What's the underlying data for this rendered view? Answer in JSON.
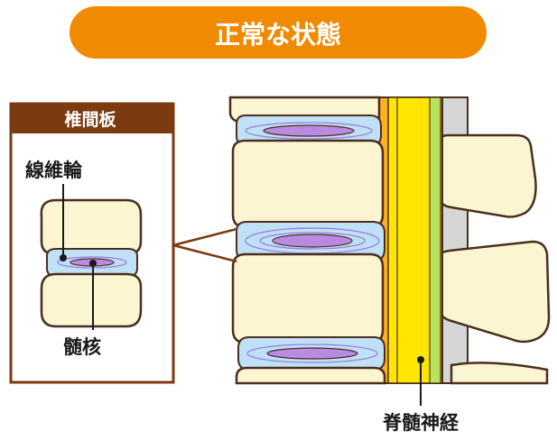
{
  "title": "正常な状態",
  "inset": {
    "header": "椎間板",
    "label_annulus": "線維輪",
    "label_nucleus": "髄核"
  },
  "spinal_cord_label": "脊髄神経",
  "colors": {
    "title_bg": "#f08a00",
    "inset_header_bg": "#7b3a10",
    "bone_fill": "#fbf5d2",
    "outline": "#4a2f1e",
    "disc_blue": "#bfe0f7",
    "nucleus_purple": "#b98ae0",
    "cord_yellow": "#ffe600",
    "cord_orange": "#ffb020",
    "cord_green": "#b8e35a",
    "gray_back": "#d0d0d0"
  }
}
